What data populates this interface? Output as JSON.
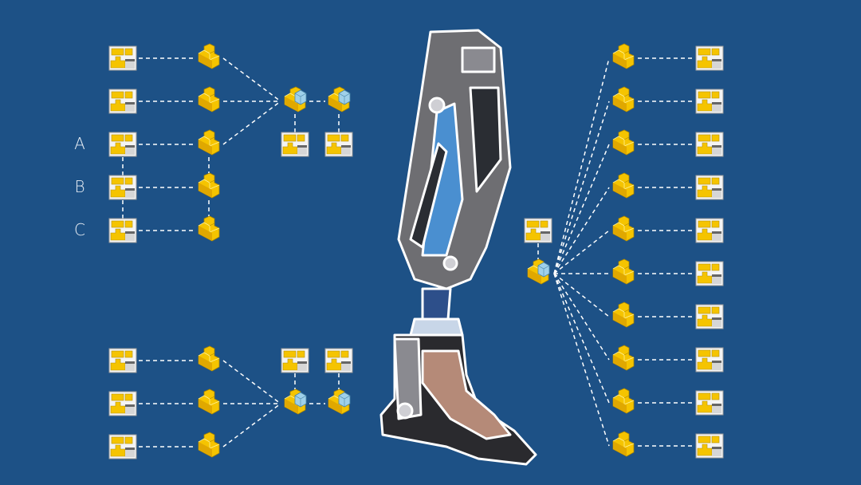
{
  "labels": [
    "A",
    "B",
    "C"
  ],
  "colors": {
    "background": "#1d5186",
    "part": "#f5c400",
    "assembly_cube": "#9fd0ea",
    "connector": "#ffffff"
  },
  "icons": {
    "drawing": "drawing-icon",
    "part": "part-icon",
    "assembly": "assembly-icon"
  }
}
